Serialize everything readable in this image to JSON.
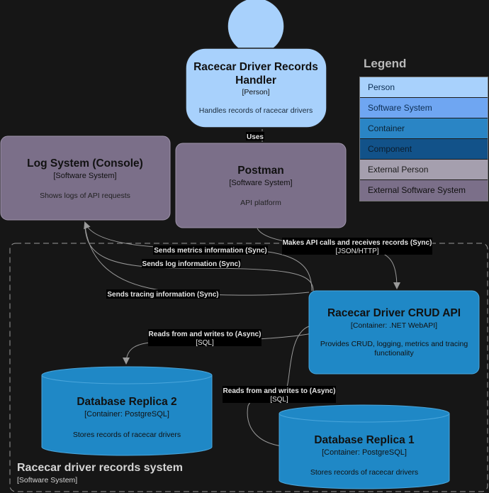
{
  "diagram": {
    "nodes": {
      "handler": {
        "title_line1": "Racecar Driver Records",
        "title_line2": "Handler",
        "type": "[Person]",
        "description": "Handles records of racecar drivers"
      },
      "log_system": {
        "title": "Log System (Console)",
        "type": "[Software System]",
        "description": "Shows logs of API requests"
      },
      "postman": {
        "title": "Postman",
        "type": "[Software System]",
        "description": "API platform"
      },
      "api": {
        "title": "Racecar Driver CRUD API",
        "type": "[Container: .NET WebAPI]",
        "description_line1": "Provides CRUD, logging, metrics and tracing",
        "description_line2": "functionality"
      },
      "replica2": {
        "title": "Database Replica 2",
        "type": "[Container: PostgreSQL]",
        "description": "Stores records of racecar drivers"
      },
      "replica1": {
        "title": "Database Replica 1",
        "type": "[Container: PostgreSQL]",
        "description": "Stores records of racecar drivers"
      }
    },
    "edges": {
      "uses": {
        "label": "Uses"
      },
      "api_calls": {
        "label": "Makes API calls and receives records (Sync)",
        "tech": "[JSON/HTTP]"
      },
      "metrics": {
        "label": "Sends metrics information (Sync)"
      },
      "log": {
        "label": "Sends log information (Sync)"
      },
      "tracing": {
        "label": "Sends tracing information (Sync)"
      },
      "rw_replica2": {
        "label": "Reads from and writes to (Async)",
        "tech": "[SQL]"
      },
      "rw_replica1": {
        "label": "Reads from and writes to (Async)",
        "tech": "[SQL]"
      }
    },
    "boundary": {
      "title": "Racecar driver records system",
      "type": "[Software System]"
    }
  },
  "legend": {
    "title": "Legend",
    "items": [
      {
        "label": "Person",
        "color": "#a8d1fc",
        "text_color": "#0c2e54"
      },
      {
        "label": "Software System",
        "color": "#6fa6f2",
        "text_color": "#0c2e54"
      },
      {
        "label": "Container",
        "color": "#2a85c5",
        "text_color": "#0c2233"
      },
      {
        "label": "Component",
        "color": "#125289",
        "text_color": "#0b1c2c"
      },
      {
        "label": "External Person",
        "color": "#a59fae",
        "text_color": "#1b1b1b"
      },
      {
        "label": "External Software System",
        "color": "#7b6f89",
        "text_color": "#111111"
      }
    ]
  }
}
